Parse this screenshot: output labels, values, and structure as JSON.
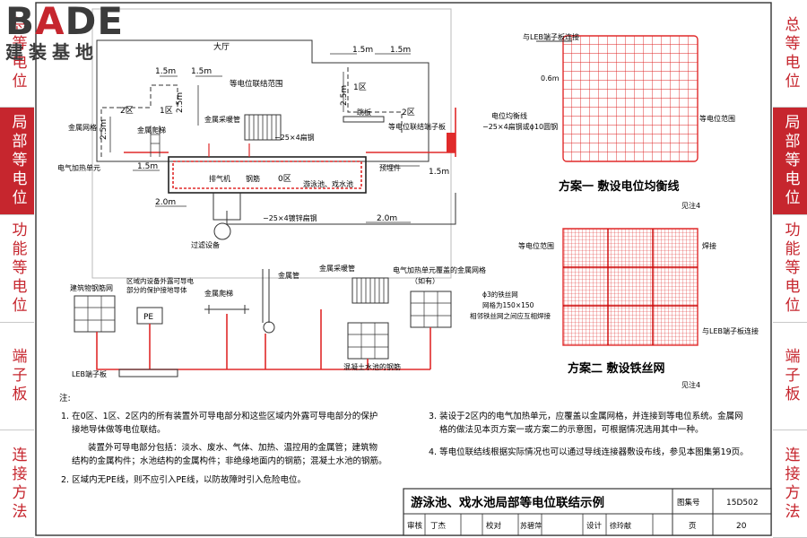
{
  "logo": {
    "brand": "BADE",
    "sub": "建装基地"
  },
  "side_tabs": {
    "left": [
      {
        "label": "总等电位",
        "active": false
      },
      {
        "label": "局部等电位",
        "active": true
      },
      {
        "label": "功能等电位",
        "active": false
      },
      {
        "label": "端子板",
        "active": false
      },
      {
        "label": "连接方法",
        "active": false
      }
    ],
    "right": [
      {
        "label": "总等电位",
        "active": false
      },
      {
        "label": "局部等电位",
        "active": true
      },
      {
        "label": "功能等电位",
        "active": false
      },
      {
        "label": "端子板",
        "active": false
      },
      {
        "label": "连接方法",
        "active": false
      }
    ]
  },
  "plan": {
    "hall": "大厅",
    "zone1_top": "1区",
    "zone1_left": "1区",
    "zone2_left": "2区",
    "zone2_right": "2区",
    "zone0": "0区",
    "dim_15": "1.5m",
    "dim_25": "2.5m",
    "dim_20": "2.0m",
    "eq_range": "等电位联结范围",
    "metal_pipe": "金属采暖管",
    "metal_rail": "金属爬梯",
    "metal_net": "金属网格",
    "flat_steel": "−25×4扁钢",
    "springboard": "跳板",
    "eq_terminal": "等电位联结端子板",
    "heater": "电气加热单元",
    "exhaust": "排气机",
    "rebar": "钢筋",
    "pool": "游泳池、戏水池",
    "embedded": "预埋件",
    "galv_flat_steel": "−25×4镀锌扁钢",
    "filter": "过滤设备"
  },
  "lower": {
    "building_rebar": "建筑物钢筋网",
    "pe_label_1": "区域内设备外露可导电",
    "pe_label_2": "部分的保护接地导体",
    "pe": "PE",
    "metal_rail": "金属爬梯",
    "metal_pipe": "金属管",
    "metal_heat_pipe": "金属采暖管",
    "heater_net_1": "电气加热单元覆盖的金属网格",
    "heater_net_2": "（如有）",
    "concrete_rebar": "混凝土水池的钢筋",
    "leb": "LEB端子板"
  },
  "scheme1": {
    "leb_connect": "与LEB端子板连接",
    "spacing": "0.6m",
    "eq_line_1": "电位均衡线",
    "eq_line_2": "−25×4扁钢或ϕ10圆钢",
    "eq_range": "等电位范围",
    "title": "方案一  敷设电位均衡线",
    "note": "见注4"
  },
  "scheme2": {
    "eq_range": "等电位范围",
    "weld": "焊接",
    "mesh_1": "ϕ3的铁丝网",
    "mesh_2": "网格为150×150",
    "mesh_3": "相邻铁丝网之间应互相焊接",
    "leb_connect": "与LEB端子板连接",
    "title": "方案二  敷设铁丝网",
    "note": "见注4"
  },
  "notes": {
    "heading": "注:",
    "n1a": "1. 在0区、1区、2区内的所有装置外可导电部分和这些区域内外露可导电部分的保护",
    "n1b": "接地导体做等电位联结。",
    "n1c": "装置外可导电部分包括：淡水、废水、气体、加热、温控用的金属管；建筑物",
    "n1d": "结构的金属构件；水池结构的金属构件；非绝缘地面内的钢筋；混凝土水池的钢筋。",
    "n2": "2. 区域内无PE线，则不应引入PE线，以防故障时引入危险电位。",
    "n3a": "3. 装设于2区内的电气加热单元，应覆盖以金属网格，并连接到等电位系统。金属网",
    "n3b": "格的做法见本页方案一或方案二的示意图，可根据情况选用其中一种。",
    "n4": "4. 等电位联结线根据实际情况也可以通过导线连接器敷设布线，参见本图集第19页。"
  },
  "titleblock": {
    "title": "游泳池、戏水池局部等电位联结示例",
    "atlas_label": "图集号",
    "atlas_no": "15D502",
    "review_label": "审核",
    "reviewer": "丁杰",
    "check_label": "校对",
    "checker": "苏碧萍",
    "design_label": "设计",
    "designer": "徐玲献",
    "page_label": "页",
    "page_no": "20"
  }
}
